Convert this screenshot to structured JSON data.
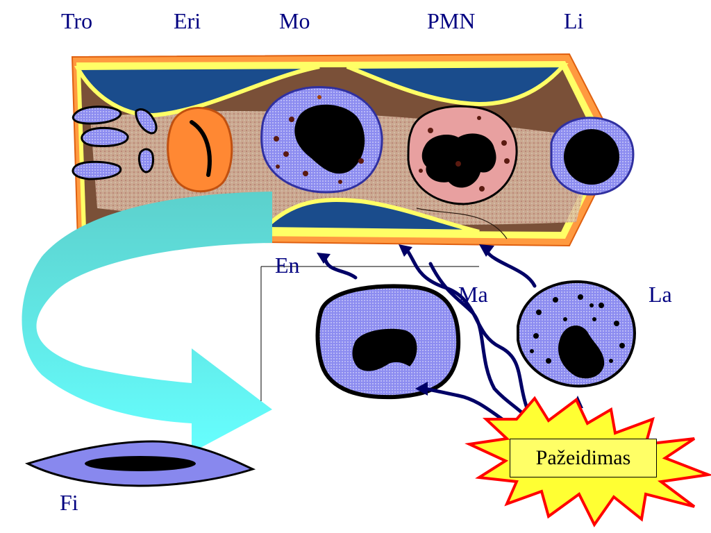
{
  "labels": {
    "tro": "Tro",
    "eri": "Eri",
    "mo": "Mo",
    "pmn": "PMN",
    "li": "Li",
    "en": "En",
    "ma": "Ma",
    "la": "La",
    "fi": "Fi"
  },
  "injury": {
    "text": "Pažeidimas"
  },
  "colors": {
    "label_text": "#000080",
    "vessel_wall": "#ff9933",
    "vessel_lining": "#ffff66",
    "endothelium": "#1a4c8c",
    "cytoplasm": "#8888ee",
    "nucleus": "#000000",
    "erythrocyte": "#ff8833",
    "pmn_cytoplasm": "#e8a0a0",
    "arrow_big": "#66ffff",
    "migration_arrows": "#000066",
    "injury_star": "#ffff33",
    "injury_star_border": "#ff0000"
  }
}
